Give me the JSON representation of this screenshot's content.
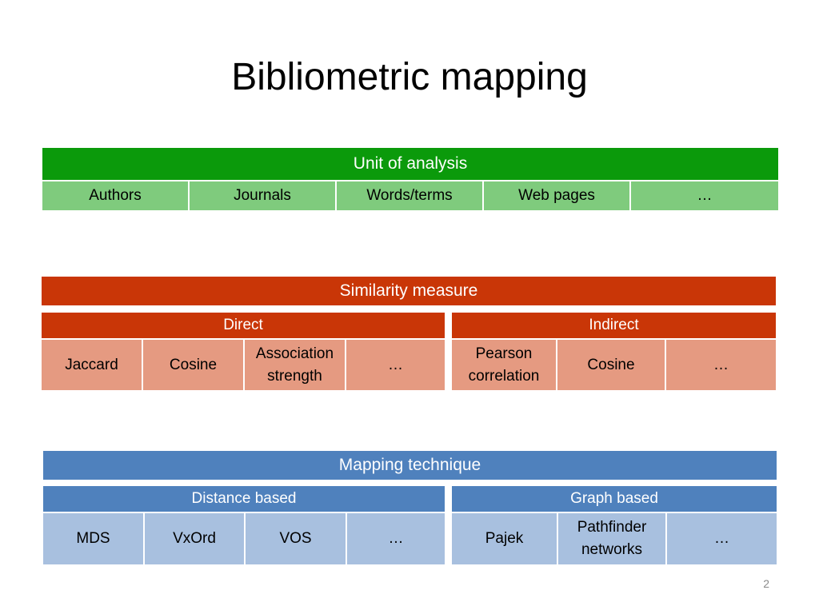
{
  "slide": {
    "title": "Bibliometric mapping",
    "page_number": "2"
  },
  "unit_of_analysis": {
    "header": "Unit of analysis",
    "items": [
      "Authors",
      "Journals",
      "Words/terms",
      "Web pages",
      "…"
    ]
  },
  "similarity_measure": {
    "header": "Similarity measure",
    "direct": {
      "header": "Direct",
      "items": [
        "Jaccard",
        "Cosine",
        "Association strength",
        "…"
      ]
    },
    "indirect": {
      "header": "Indirect",
      "items": [
        "Pearson correlation",
        "Cosine",
        "…"
      ]
    }
  },
  "mapping_technique": {
    "header": "Mapping technique",
    "distance_based": {
      "header": "Distance based",
      "items": [
        "MDS",
        "VxOrd",
        "VOS",
        "…"
      ]
    },
    "graph_based": {
      "header": "Graph based",
      "items": [
        "Pajek",
        "Pathfinder networks",
        "…"
      ]
    }
  },
  "colors": {
    "green_header": "#0b9a0b",
    "green_row": "#7fcb7d",
    "red_header": "#c93607",
    "red_row": "#e59a81",
    "blue_header": "#4f81bd",
    "blue_row": "#a8c0df"
  }
}
